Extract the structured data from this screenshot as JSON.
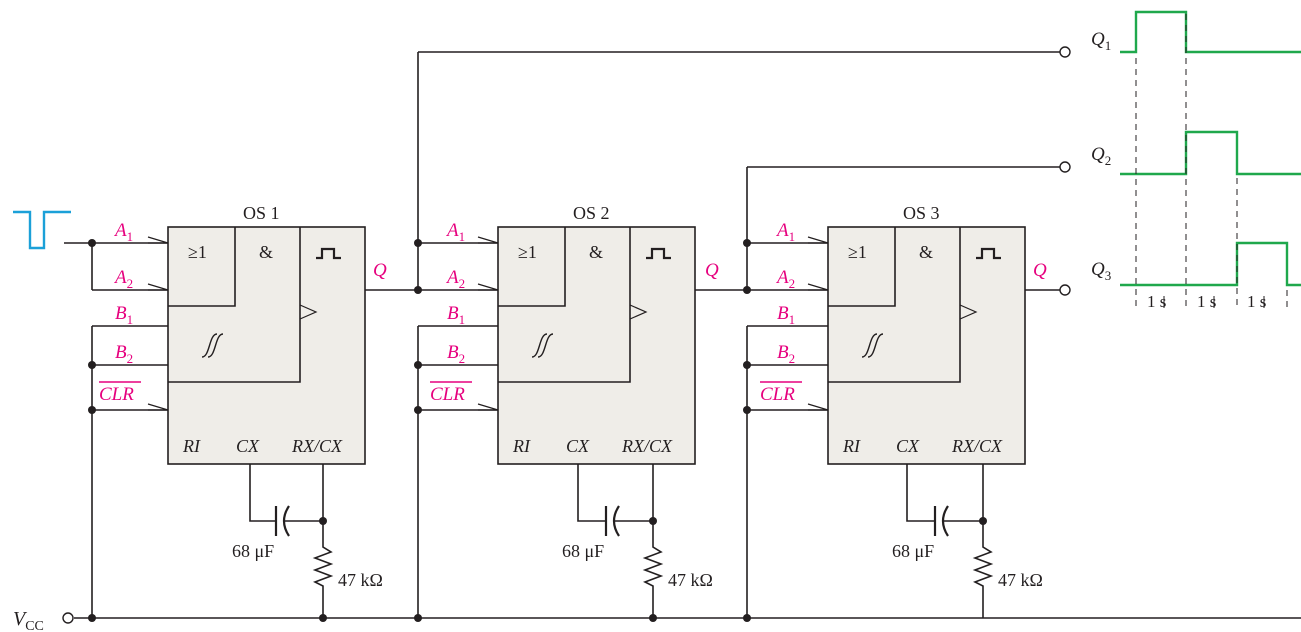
{
  "colors": {
    "input_pulse": "#1ba0d8",
    "output_waveform": "#1fa84c",
    "pin_labels": "#e6007e",
    "chip_fill": "#efede8",
    "wire": "#231f20"
  },
  "vcc": {
    "base": "V",
    "sub": "CC"
  },
  "chips": [
    {
      "name": "OS 1",
      "or_sym": "≥1",
      "and_sym": "&",
      "pins": {
        "a1": "A",
        "a1s": "1",
        "a2": "A",
        "a2s": "2",
        "b1": "B",
        "b1s": "1",
        "b2": "B",
        "b2s": "2",
        "clr": "CLR",
        "q": "Q",
        "ri": "RI",
        "cx": "CX",
        "rxcx": "RX/CX"
      },
      "capacitor": "68 μF",
      "resistor": "47 kΩ"
    },
    {
      "name": "OS 2",
      "or_sym": "≥1",
      "and_sym": "&",
      "pins": {
        "a1": "A",
        "a1s": "1",
        "a2": "A",
        "a2s": "2",
        "b1": "B",
        "b1s": "1",
        "b2": "B",
        "b2s": "2",
        "clr": "CLR",
        "q": "Q",
        "ri": "RI",
        "cx": "CX",
        "rxcx": "RX/CX"
      },
      "capacitor": "68 μF",
      "resistor": "47 kΩ"
    },
    {
      "name": "OS 3",
      "or_sym": "≥1",
      "and_sym": "&",
      "pins": {
        "a1": "A",
        "a1s": "1",
        "a2": "A",
        "a2s": "2",
        "b1": "B",
        "b1s": "1",
        "b2": "B",
        "b2s": "2",
        "clr": "CLR",
        "q": "Q",
        "ri": "RI",
        "cx": "CX",
        "rxcx": "RX/CX"
      },
      "capacitor": "68 μF",
      "resistor": "47 kΩ"
    }
  ],
  "outputs": [
    {
      "base": "Q",
      "sub": "1"
    },
    {
      "base": "Q",
      "sub": "2"
    },
    {
      "base": "Q",
      "sub": "3"
    }
  ],
  "timing": {
    "intervals": [
      "1 s",
      "1 s",
      "1 s"
    ]
  }
}
